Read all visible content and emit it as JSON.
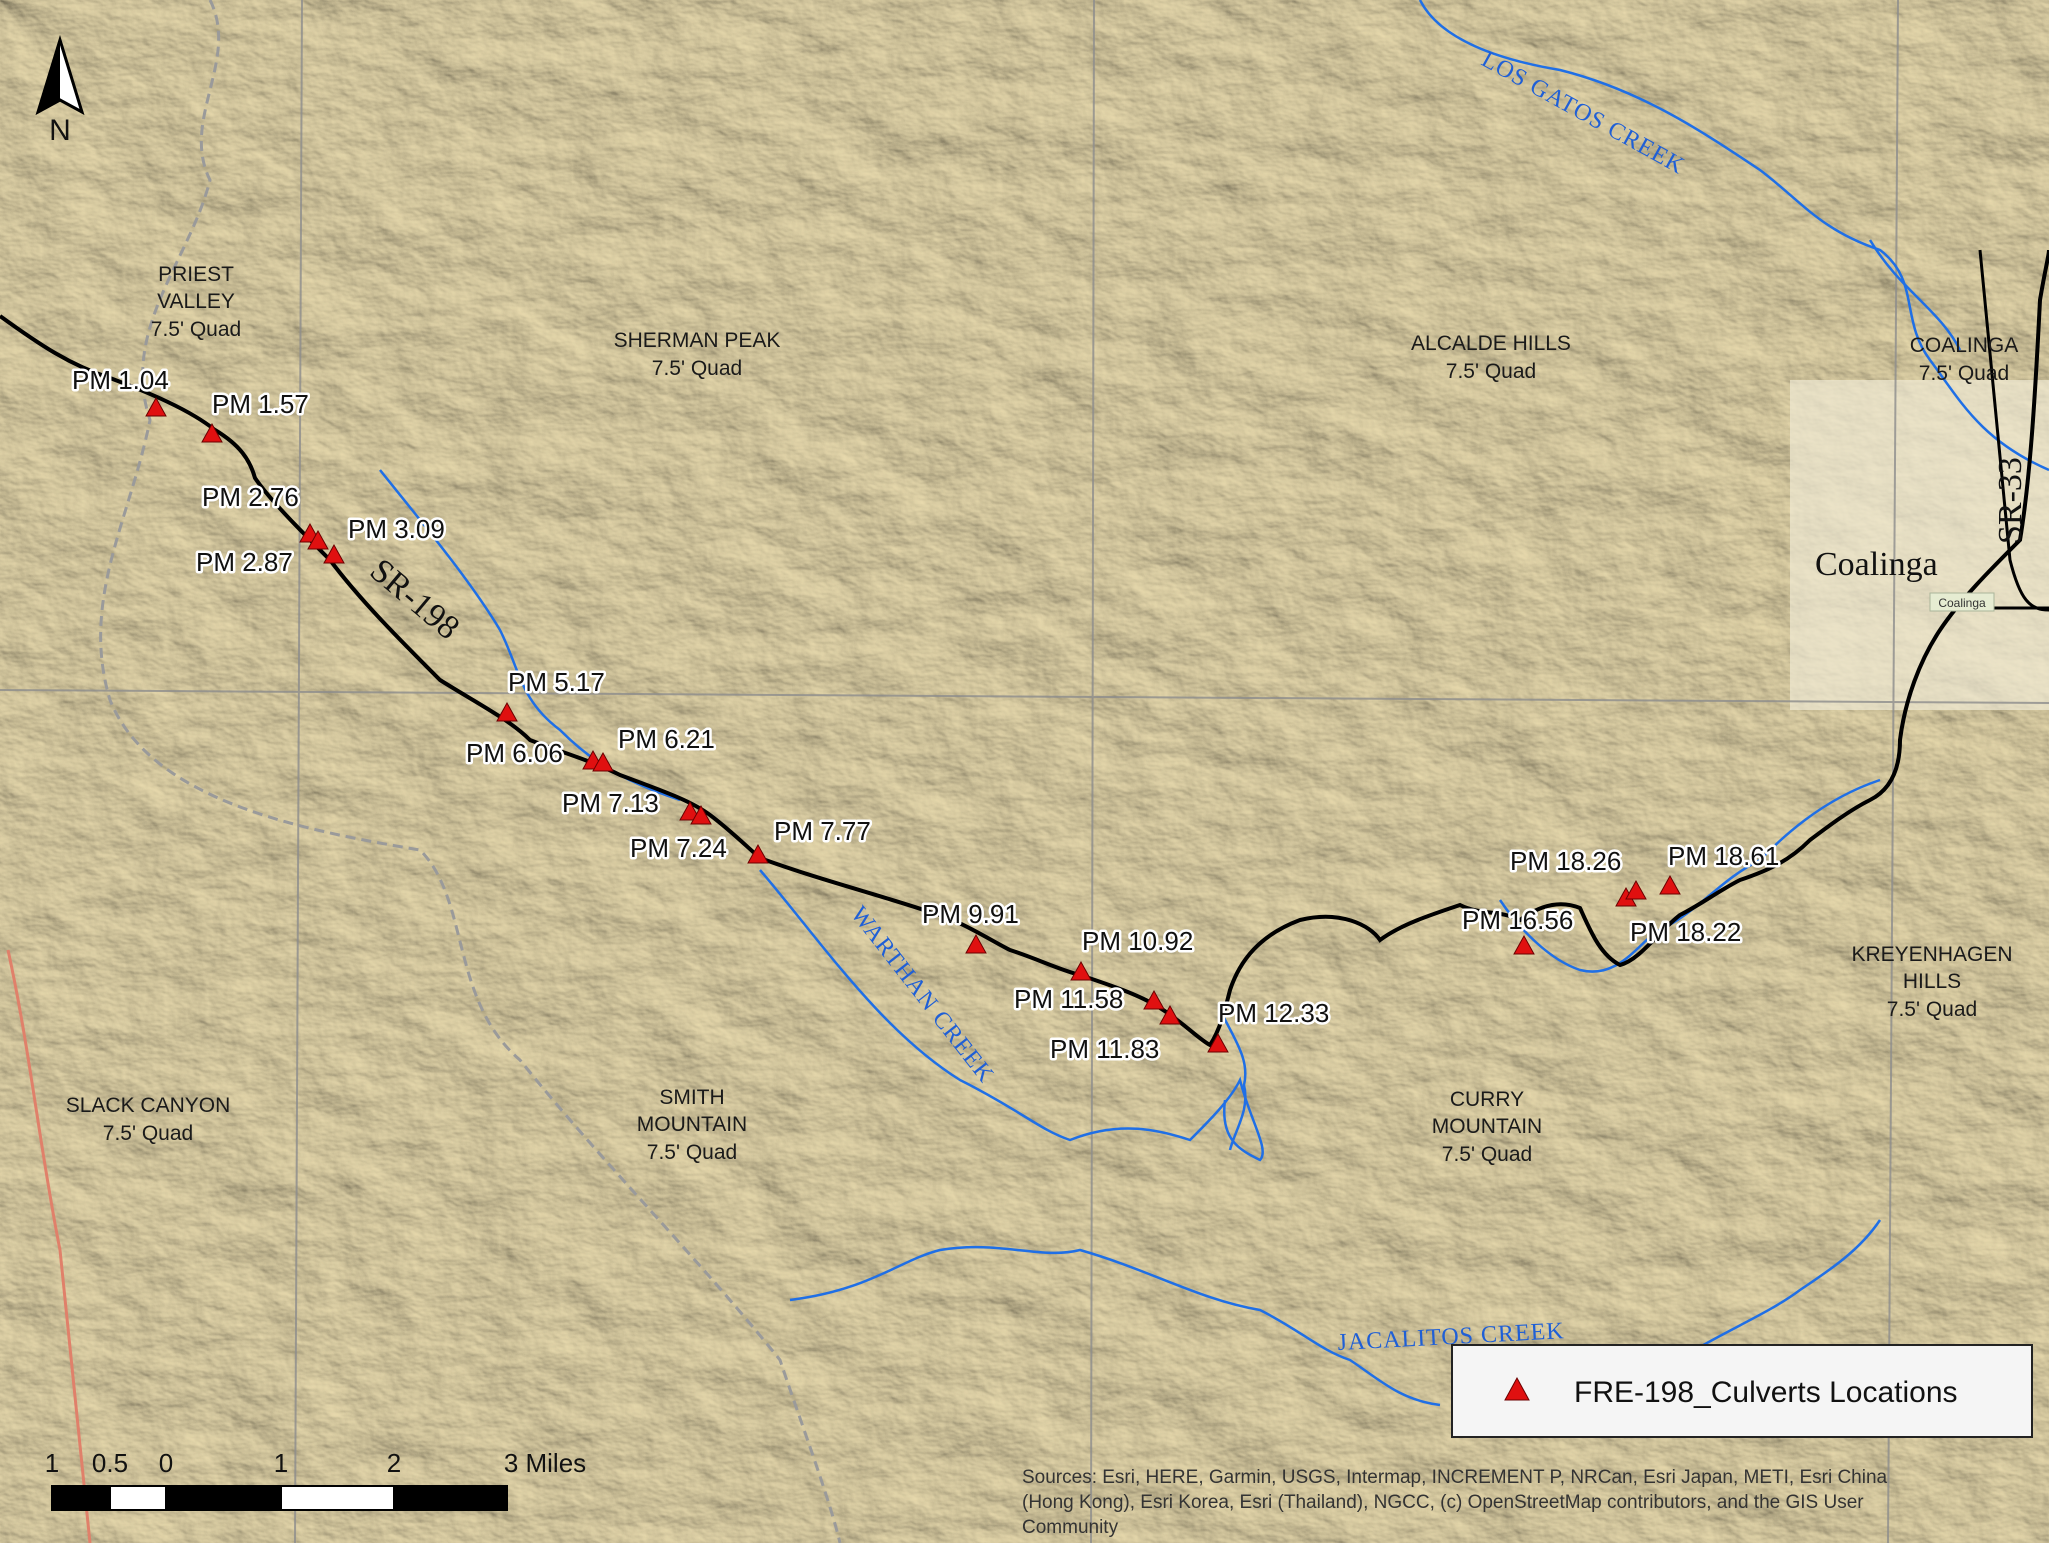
{
  "legend": {
    "label": "FRE-198_Culverts Locations",
    "symbol": "red-triangle"
  },
  "north_arrow": {
    "label": "N"
  },
  "route_labels": {
    "sr198": "SR-198",
    "sr33": "SR-33"
  },
  "city": {
    "name": "Coalinga",
    "small_label": "Coalinga"
  },
  "quads": {
    "priest_valley": {
      "l1": "PRIEST",
      "l2": "VALLEY",
      "l3": "7.5' Quad"
    },
    "sherman_peak": {
      "l1": "SHERMAN PEAK",
      "l2": "7.5' Quad"
    },
    "alcalde_hills": {
      "l1": "ALCALDE HILLS",
      "l2": "7.5' Quad"
    },
    "coalinga": {
      "l1": "COALINGA",
      "l2": "7.5' Quad"
    },
    "slack_canyon": {
      "l1": "SLACK CANYON",
      "l2": "7.5' Quad"
    },
    "smith_mountain": {
      "l1": "SMITH",
      "l2": "MOUNTAIN",
      "l3": "7.5' Quad"
    },
    "curry_mountain": {
      "l1": "CURRY",
      "l2": "MOUNTAIN",
      "l3": "7.5' Quad"
    },
    "kreyenhagen_hills": {
      "l1": "KREYENHAGEN",
      "l2": "HILLS",
      "l3": "7.5' Quad"
    }
  },
  "creeks": {
    "los_gatos": "LOS GATOS CREEK",
    "warthan": "WARTHAN CREEK",
    "jacalitos": "JACALITOS CREEK"
  },
  "culverts": [
    "PM 1.04",
    "PM 1.57",
    "PM 2.76",
    "PM 2.87",
    "PM 3.09",
    "PM 5.17",
    "PM 6.06",
    "PM 6.21",
    "PM 7.13",
    "PM 7.24",
    "PM 7.77",
    "PM 9.91",
    "PM 10.92",
    "PM 11.58",
    "PM 11.83",
    "PM 12.33",
    "PM 16.56",
    "PM 18.22",
    "PM 18.26",
    "PM 18.61"
  ],
  "scale_bar": {
    "t0": "1",
    "t1": "0.5",
    "t2": "0",
    "t3": "1",
    "t4": "2",
    "t5": "3 Miles"
  },
  "sources": {
    "line1": "Sources: Esri, HERE, Garmin, USGS, Intermap, INCREMENT P, NRCan, Esri Japan, METI, Esri China",
    "line2": "(Hong Kong), Esri Korea, Esri (Thailand), NGCC, (c) OpenStreetMap contributors, and the GIS User",
    "line3": "Community"
  },
  "colors": {
    "route": "#000000",
    "creek": "#1f6fe6",
    "culvert": "#e01010",
    "land": "#f1ead0"
  }
}
